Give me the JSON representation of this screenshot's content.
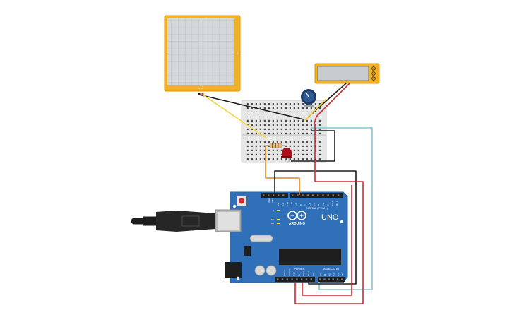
{
  "oscilloscope": {
    "x_label": "10 ms",
    "y_label": "5 V"
  },
  "arduino": {
    "brand": "ARDUINO",
    "model": "UNO",
    "digital_header": "DIGITAL (PWM~)",
    "power_header": "POWER",
    "analog_header": "ANALOG IN",
    "aref": "AREF",
    "gnd": "GND",
    "pins_digital": [
      "13",
      "12",
      "~11",
      "~10",
      "~9",
      "8",
      "7",
      "~6",
      "~5",
      "4",
      "~3",
      "2",
      "TX 1",
      "RX 0"
    ],
    "pins_power": [
      "IOREF",
      "RESET",
      "3.3V",
      "5V",
      "GND",
      "GND",
      "Vin"
    ],
    "pins_analog": [
      "A0",
      "A1",
      "A2",
      "A3",
      "A4",
      "A5"
    ],
    "led_l": "L",
    "led_tx": "TX",
    "led_rx": "RX"
  },
  "colors": {
    "board_blue": "#2f70b8",
    "instrument_yellow": "#f2b023",
    "breadboard": "#e6e6e6",
    "wire_red": "#d8262e",
    "wire_black": "#1e1e1e",
    "wire_orange": "#e4861e",
    "wire_yellow": "#f3d53a",
    "wire_cyan": "#7fcad2"
  }
}
